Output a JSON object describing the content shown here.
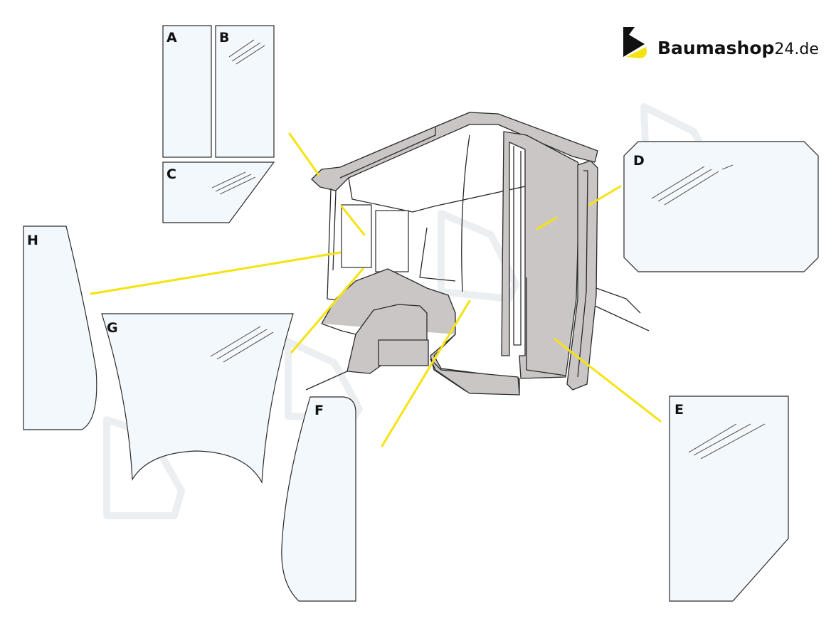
{
  "brand": {
    "name": "Baumashop",
    "suffix": "24.de",
    "logo_dark": "#111111",
    "logo_accent": "#f5e30f"
  },
  "panes": {
    "A": "A",
    "B": "B",
    "C": "C",
    "D": "D",
    "E": "E",
    "F": "F",
    "G": "G",
    "H": "H"
  },
  "colors": {
    "leader": "#f5e30f",
    "glass": "#f3f8fc",
    "cab_body": "#cbc6c6"
  }
}
